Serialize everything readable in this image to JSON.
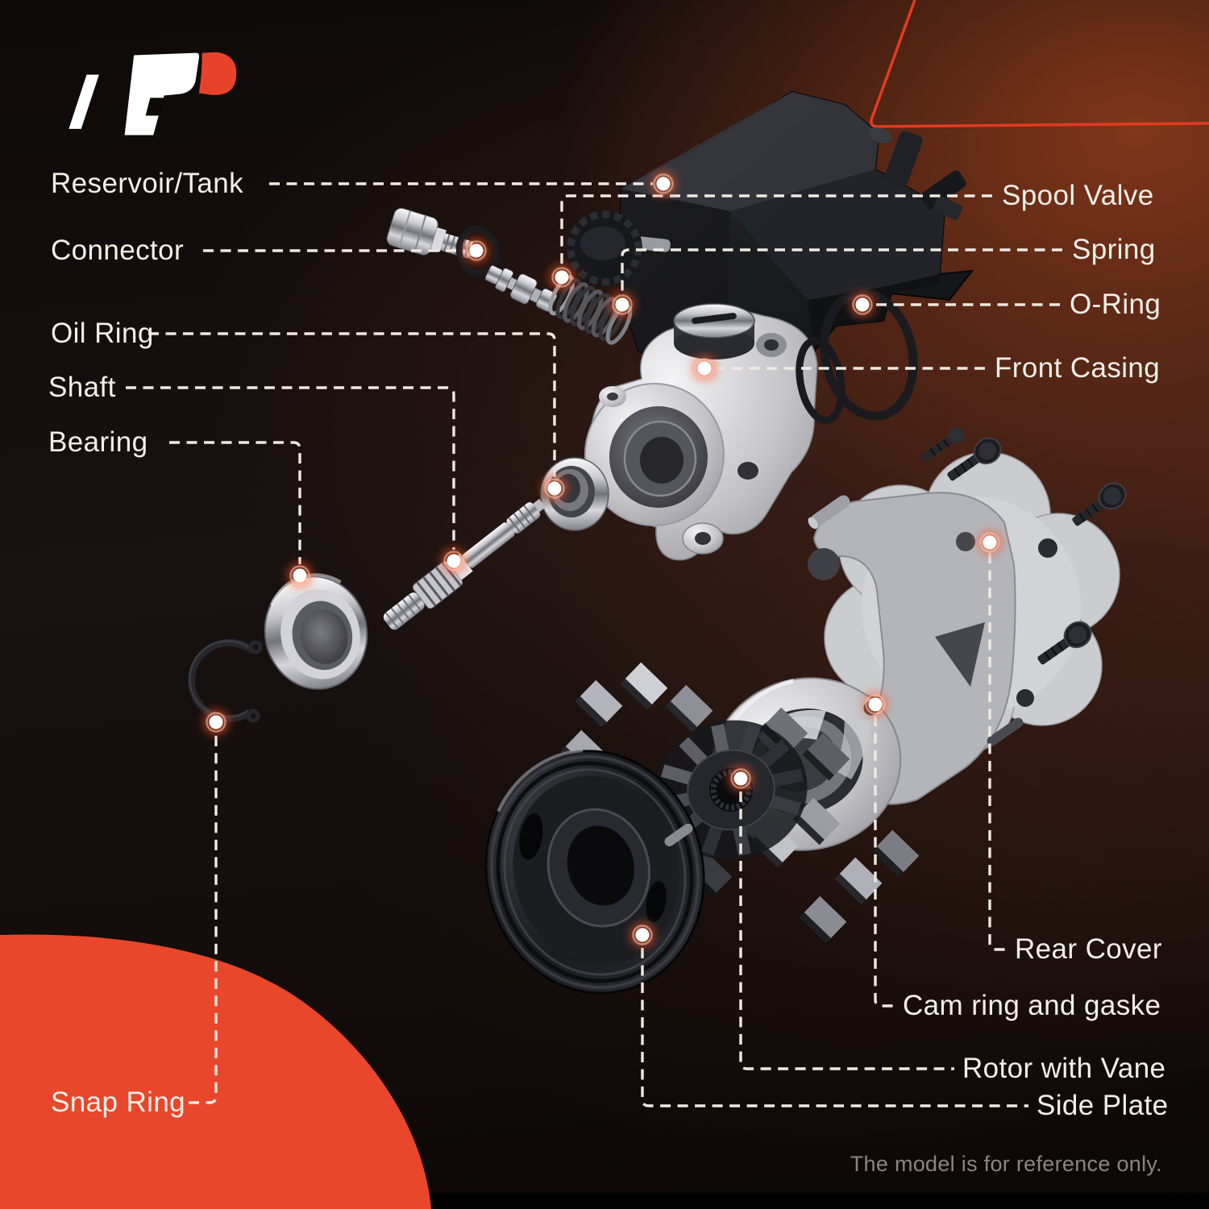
{
  "brand": {
    "logo_icon": "a-premium-logo-icon",
    "logo_mark_color": "#ffffff",
    "logo_accent_color": "#e8432a"
  },
  "callouts": {
    "reservoir_tank": "Reservoir/Tank",
    "connector": "Connector",
    "oil_ring": "Oil Ring",
    "shaft": "Shaft",
    "bearing": "Bearing",
    "snap_ring": "Snap Ring",
    "spool_valve": "Spool Valve",
    "spring": "Spring",
    "o_ring": "O-Ring",
    "front_casing": "Front Casing",
    "rear_cover": "Rear Cover",
    "cam_ring_gasket": "Cam ring and gaske",
    "rotor_with_vane": "Rotor with Vane",
    "side_plate": "Side Plate"
  },
  "footer": {
    "note": "The model is for reference only."
  },
  "colors": {
    "accent_red": "#e8472b",
    "leader_line": "#f0e9e2",
    "label_text": "#f5efe9",
    "footer_text": "#8d8481",
    "background_maroon": "#5a2817"
  }
}
